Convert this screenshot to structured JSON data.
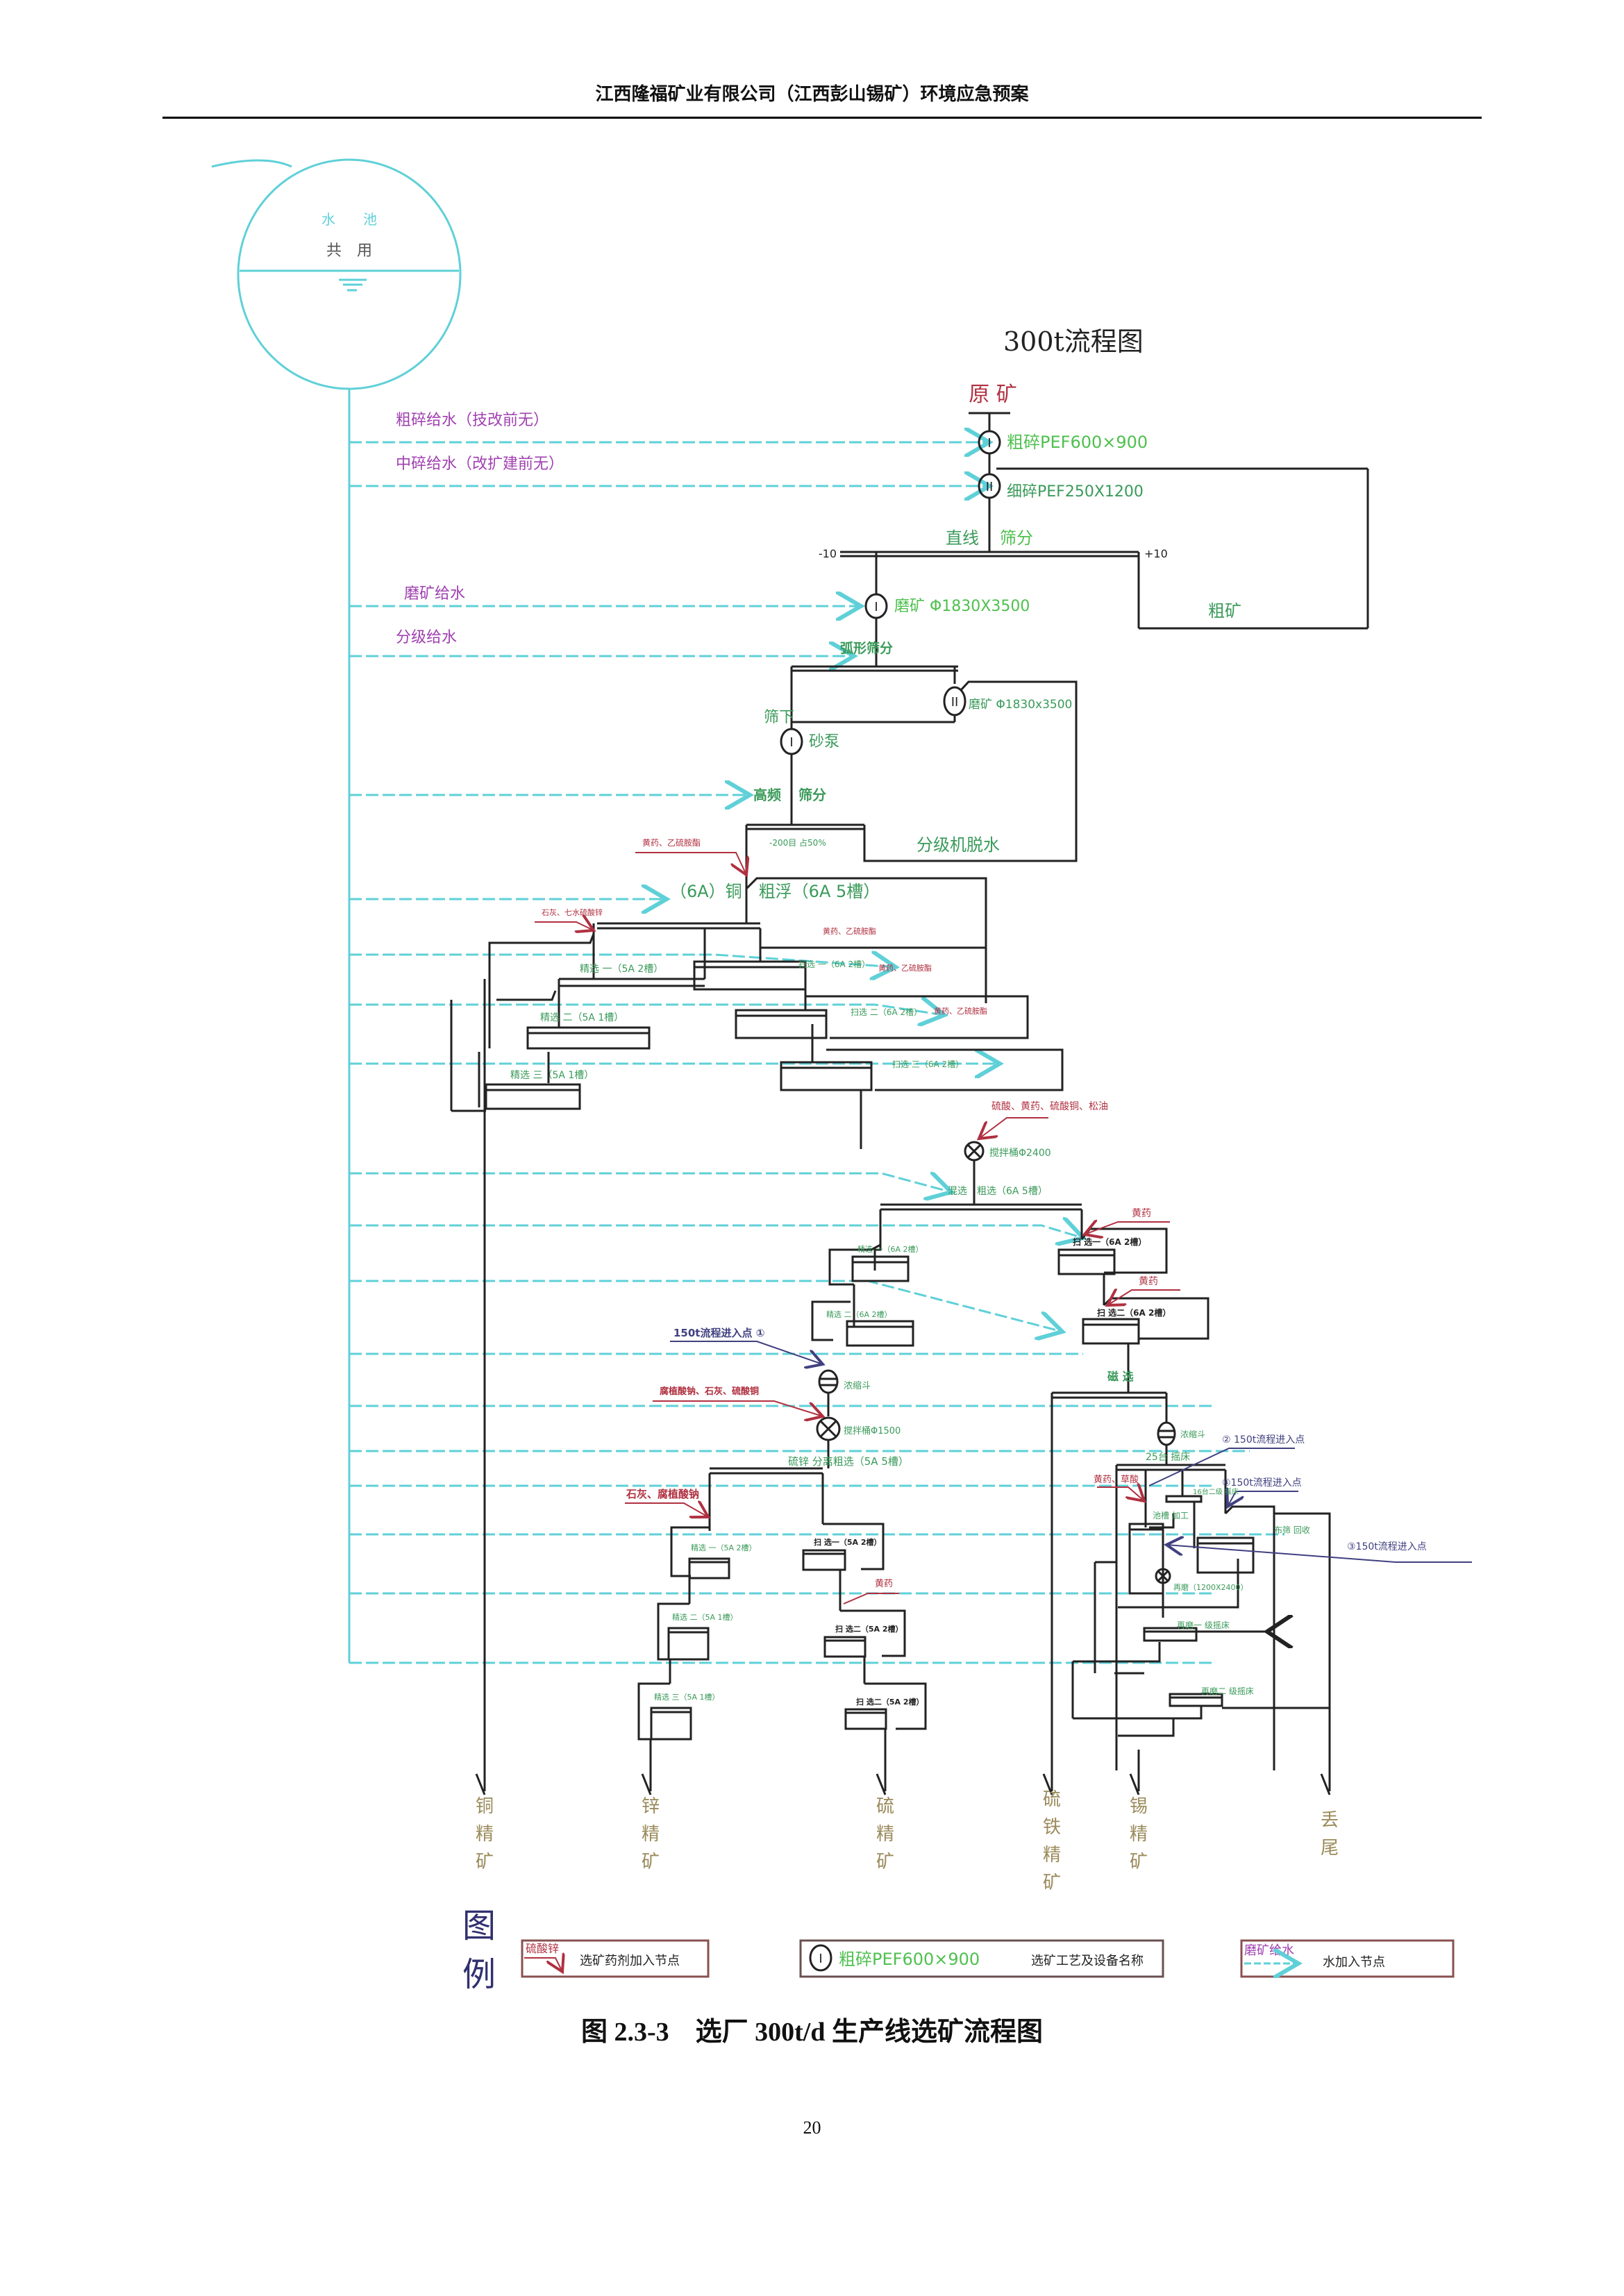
{
  "header": {
    "title": "江西隆福矿业有限公司（江西彭山锡矿）环境应急预案"
  },
  "water_pool": {
    "line1": "水　　池",
    "line2": "共　用"
  },
  "diagram_title": "300t流程图",
  "water_feeds": [
    "粗碎给水（技改前无）",
    "中碎给水（改扩建前无）",
    "磨矿给水",
    "分级给水"
  ],
  "crushing": {
    "raw_ore": "原 矿",
    "stage1_num": "I",
    "stage1": "粗碎PEF600×900",
    "stage2_num": "II",
    "stage2": "细碎PEF250X1200",
    "screen_left": "直线",
    "screen_right": "筛分",
    "minus": "-10",
    "plus": "+10",
    "coarse": "粗矿"
  },
  "grinding": {
    "mill1_num": "I",
    "mill1": "磨矿 Φ1830X3500",
    "arc_screen": "弧形筛分",
    "mill2_num": "II",
    "mill2": "磨矿 Φ1830x3500",
    "undersize": "筛下",
    "pump_num": "I",
    "pump": "砂泵",
    "hf_left": "高频",
    "hf_right": "筛分",
    "mesh": "-200目 占50%",
    "classifier": "分级机脱水"
  },
  "copper_circuit": {
    "reagent_top": "黄药、乙硫胺酯",
    "rougher": "（6A）铜　粗浮（6A 5槽）",
    "reagent_lime": "石灰、七水硫酸锌",
    "cleaner1": "精选 一（5A 2槽）",
    "cleaner2": "精选 二（5A 1槽）",
    "cleaner3": "精选 三（5A 1槽）",
    "scav_reagent1": "黄药、乙硫胺酯",
    "scav_reagent2": "黄药、乙硫胺酯",
    "scav_reagent3": "黄药、乙硫胺酯",
    "scav1": "扫选 一（6A 2槽）",
    "scav2": "扫选 二（6A 2槽）",
    "scav3": "扫选 三（6A 2槽）"
  },
  "sulfide_circuit": {
    "reagent": "硫酸、黄药、硫酸铜、松油",
    "agitator": "搅拌桶Φ2400",
    "rougher": "混选　粗选（6A 5槽）",
    "cleaner1": "精选 一（6A 2槽）",
    "cleaner2": "精选 二（6A 2槽）",
    "scav_reagent1": "黄药",
    "scav_reagent2": "黄药",
    "scav1": "扫 选一（6A 2槽）",
    "scav2": "扫 选二（6A 2槽）"
  },
  "zinc_circuit": {
    "entry1": "150t流程进入点 ①",
    "thickener": "浓缩斗",
    "reagent": "腐植酸钠、石灰、硫酸铜",
    "agitator": "搅拌桶Φ1500",
    "rougher": "硫锌 分离粗选（5A 5槽）",
    "reagent_lime": "石灰、腐植酸钠",
    "cleaner1": "精选 一（5A 2槽）",
    "cleaner2": "精选 二（5A 1槽）",
    "cleaner3": "精选 三（5A 1槽）",
    "scav1": "扫 选一（5A 2槽）",
    "scav_reagent": "黄药",
    "scav2": "扫 选二（5A 2槽）",
    "scav3": "扫 选二（5A 2槽）"
  },
  "tin_circuit": {
    "magnetic": "磁 选",
    "thickener": "浓缩斗",
    "tables25": "25台 摇床",
    "entry2": "② 150t流程进入点",
    "entry4": "④150t流程进入点",
    "entry3": "③150t流程进入点",
    "reagent": "黄药、草酸",
    "tables16": "16台二级 摇床",
    "tank": "池槽 加工",
    "cloth": "布筛 回收",
    "regrind": "再磨（1200X2400）",
    "regrind1": "再磨一 级摇床",
    "regrind2": "再磨二 级摇床"
  },
  "products": [
    "铜精矿",
    "锌精矿",
    "硫精矿",
    "硫铁精矿",
    "锡精矿",
    "丢尾"
  ],
  "legend": {
    "title": "图例",
    "reagent_sample": "硫酸锌",
    "reagent_desc": "选矿药剂加入节点",
    "equip_num": "I",
    "equip_sample": "粗碎PEF600×900",
    "equip_desc": "选矿工艺及设备名称",
    "water_sample": "磨矿给水",
    "water_desc": "水加入节点"
  },
  "colors": {
    "water": "#5fd0d8",
    "reagent": "#b03040",
    "equipment": "#3a9a5a",
    "entry": "#404080",
    "feed_label": "#a040b0"
  },
  "caption": "图 2.3-3　选厂 300t/d 生产线选矿流程图",
  "page_number": "20"
}
